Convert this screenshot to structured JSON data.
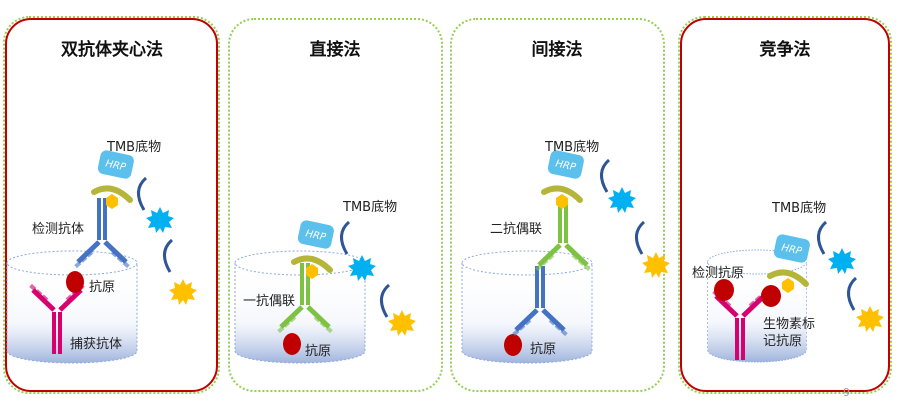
{
  "panels": [
    {
      "title": "双抗体夹心法",
      "substrate": "TMB底物",
      "labels": [
        "检测抗体",
        "抗原",
        "捕获抗体"
      ],
      "border_color": "#c00000"
    },
    {
      "title": "直接法",
      "substrate": "TMB底物",
      "labels": [
        "一抗偶联",
        "抗原"
      ],
      "border_color": "#92d050"
    },
    {
      "title": "间接法",
      "substrate": "TMB底物",
      "labels": [
        "二抗偶联",
        "抗原"
      ],
      "border_color": "#92d050"
    },
    {
      "title": "竞争法",
      "substrate": "TMB底物",
      "labels": [
        "检测抗原",
        "生物素标",
        "记抗原"
      ],
      "border_color": "#c00000"
    }
  ],
  "enzyme_label": "HRP",
  "page_number": "9",
  "colors": {
    "capture_antibody": "#d6006f",
    "detection_antibody": "#4472c4",
    "conjugate_antibody": "#7dc242",
    "antigen": "#c00000",
    "hrp": "#5bc0eb",
    "substrate": "#00b0f0",
    "product": "#ffc000"
  }
}
